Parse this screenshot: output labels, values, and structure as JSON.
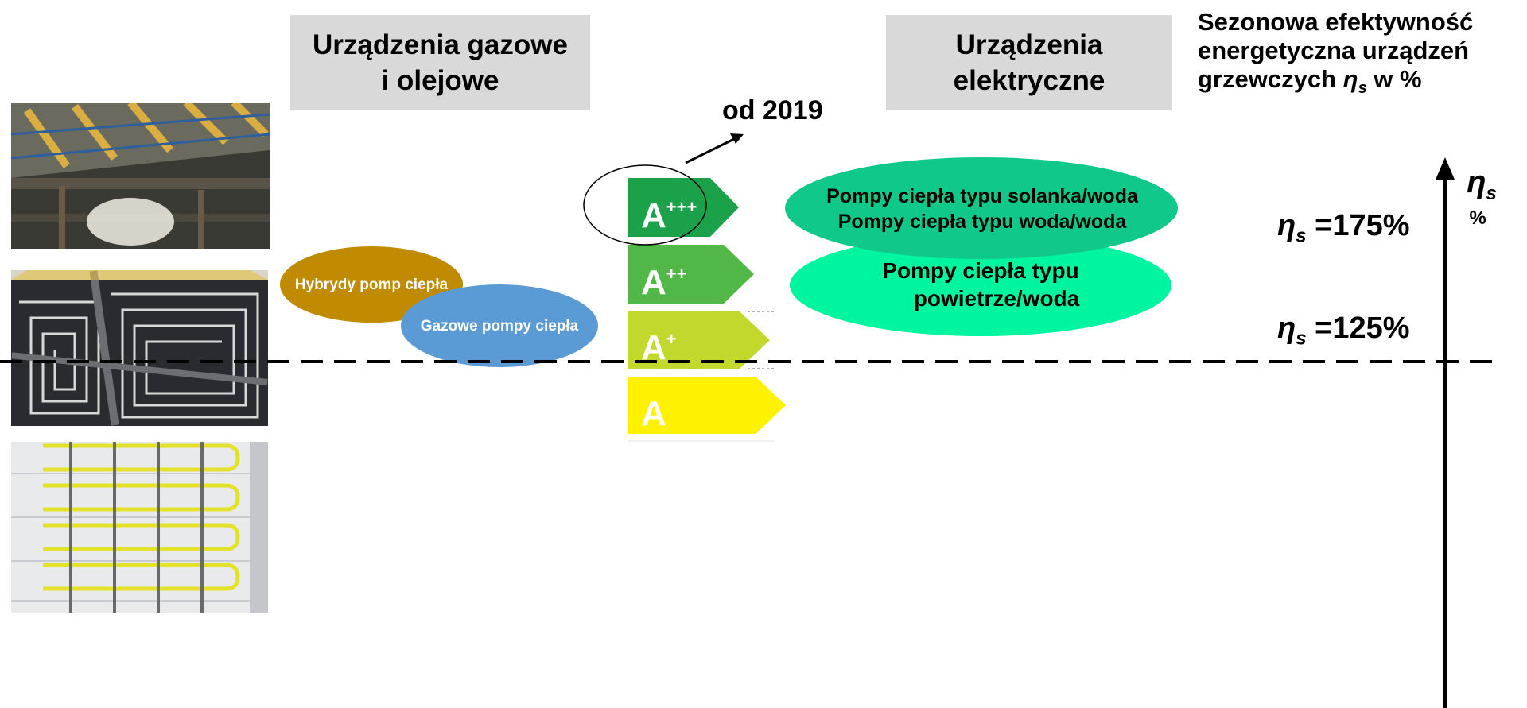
{
  "header": {
    "gas_oil": [
      "Urządzenia gazowe",
      "i olejowe"
    ],
    "electric": [
      "Urządzenia",
      "elektryczne"
    ]
  },
  "title": {
    "line1": "Sezonowa efektywność",
    "line2": "energetyczna urządzeń",
    "line3_prefix": "grzewczych ",
    "line3_symbol": "η",
    "line3_sub": "s",
    "line3_suffix": " w %"
  },
  "energy_labels": {
    "year_text": "od 2019",
    "classes": [
      {
        "base": "A",
        "sup": "+++",
        "color": "#1ba14a"
      },
      {
        "base": "A",
        "sup": "++",
        "color": "#51b848"
      },
      {
        "base": "A",
        "sup": "+",
        "color": "#c2d82c"
      },
      {
        "base": "A",
        "sup": "",
        "color": "#fff200"
      }
    ]
  },
  "bubbles": {
    "hybrid": "Hybrydy pomp ciepła",
    "gas_hp": "Gazowe pompy ciepła",
    "brine_line1": "Pompy ciepła typu solanka/woda",
    "brine_line2": "Pompy ciepła typu woda/woda",
    "air_line1": "Pompy ciepła typu",
    "air_line2": "powietrze/woda"
  },
  "axis": {
    "symbol": "η",
    "sub": "s",
    "unit": "%",
    "marks": [
      {
        "symbol": "η",
        "sub": "s",
        "value": " =175%"
      },
      {
        "symbol": "η",
        "sub": "s",
        "value": " =125%"
      }
    ]
  },
  "colors": {
    "header_bg": "#d9d9d9",
    "hybrid": "#c08b00",
    "gas_hp": "#5b9bd5",
    "brine": "#10c88a",
    "air": "#00f5a0"
  }
}
